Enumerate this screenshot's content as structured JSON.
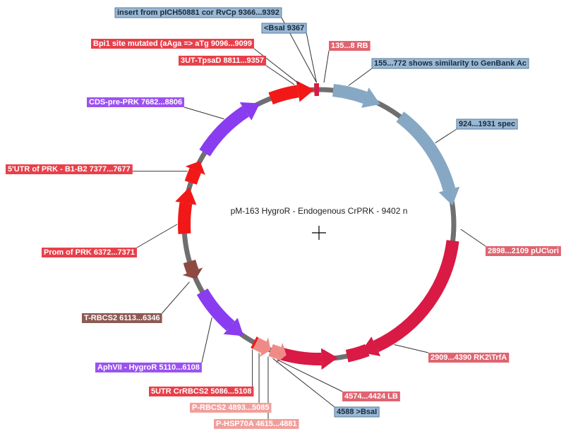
{
  "plasmid": {
    "name": "pM-163 HygroR - Endogenous CrPRK - 9402 n",
    "center_marker": "crosshair"
  },
  "colors": {
    "backbone": "#6f6f6f",
    "red": "#f21818",
    "purple": "#8a3cf0",
    "crimson": "#d81a44",
    "steel_blue": "#86a8c4",
    "salmon": "#f08a86",
    "brown": "#8e4a42",
    "label_red": "#e8404a",
    "label_red2": "#e45060",
    "label_purple": "#9b52f0",
    "label_blue": "#98b8d6",
    "label_brown": "#8e5a54",
    "label_salmon": "#f0a09c",
    "label_pink": "#e06470"
  },
  "labels": [
    {
      "id": "insert",
      "text": "insert from pICH50881 cor RvCp  9366...9392"
    },
    {
      "id": "bsai_9367",
      "text": "<BsaI  9367"
    },
    {
      "id": "bpi1",
      "text": "Bpi1 site mutated (aAga => aTg  9096...9099"
    },
    {
      "id": "rb",
      "text": "135...8  RB"
    },
    {
      "id": "tpsad",
      "text": "3UT-TpsaD  8811...9357"
    },
    {
      "id": "genbank",
      "text": "155...772  shows similarity to GenBank Ac"
    },
    {
      "id": "cds_prk",
      "text": "CDS-pre-PRK  7682...8806"
    },
    {
      "id": "spec",
      "text": "924...1931  spec"
    },
    {
      "id": "utr_prk",
      "text": "5'UTR of PRK - B1-B2  7377...7677"
    },
    {
      "id": "puc",
      "text": "2898...2109  pUC\\ori"
    },
    {
      "id": "prom_prk",
      "text": "Prom of PRK  6372...7371"
    },
    {
      "id": "trbcs2",
      "text": "T-RBCS2  6113...6346"
    },
    {
      "id": "rk2",
      "text": "2909...4390  RK2\\TrfA"
    },
    {
      "id": "aphvii",
      "text": "AphVII - HygroR  5110...6108"
    },
    {
      "id": "utr_rbcs2",
      "text": "5UTR CrRBCS2  5086...5108"
    },
    {
      "id": "lb",
      "text": "4574...4424  LB"
    },
    {
      "id": "prbcs2",
      "text": "P-RBCS2  4893...5085"
    },
    {
      "id": "bsai_4588",
      "text": "4588  >BsaI"
    },
    {
      "id": "phsp70a",
      "text": "P-HSP70A  4615...4881"
    }
  ]
}
